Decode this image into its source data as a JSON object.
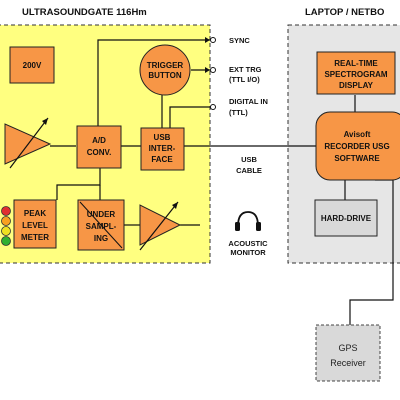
{
  "device": {
    "title": "ULTRASOUNDGATE 116Hm",
    "blocks": {
      "power": "200V",
      "trigger": [
        "TRIGGER",
        "BUTTON"
      ],
      "adconv": [
        "A/D",
        "CONV."
      ],
      "usb_interface": [
        "USB",
        "INTER-",
        "FACE"
      ],
      "peak_meter": [
        "PEAK",
        "LEVEL",
        "METER"
      ],
      "undersampling": [
        "UNDER",
        "SAMPL-",
        "ING"
      ]
    }
  },
  "signals": {
    "sync": "SYNC",
    "ext_trg": [
      "EXT TRG",
      "(TTL I/O)"
    ],
    "digital_in": [
      "DIGITAL IN",
      "(TTL)"
    ],
    "usb_cable": [
      "USB",
      "CABLE"
    ],
    "acoustic_monitor": [
      "ACOUSTIC",
      "MONITOR"
    ]
  },
  "laptop": {
    "title": "LAPTOP / NETBO",
    "blocks": {
      "spectrogram": [
        "REAL-TIME",
        "SPECTROGRAM",
        "DISPLAY"
      ],
      "recorder": [
        "Avisoft",
        "RECORDER USG",
        "SOFTWARE"
      ],
      "harddrive": "HARD-DRIVE"
    }
  },
  "gps": [
    "GPS",
    "Receiver"
  ],
  "colors": {
    "device_fill": "#ffff80",
    "laptop_fill": "#e6e6e6",
    "block_fill": "#f79646",
    "gps_fill": "#d9d9d9",
    "led_red": "#e03030",
    "led_orange": "#f7a020",
    "led_yellow": "#f0e020",
    "led_green": "#30b030"
  }
}
